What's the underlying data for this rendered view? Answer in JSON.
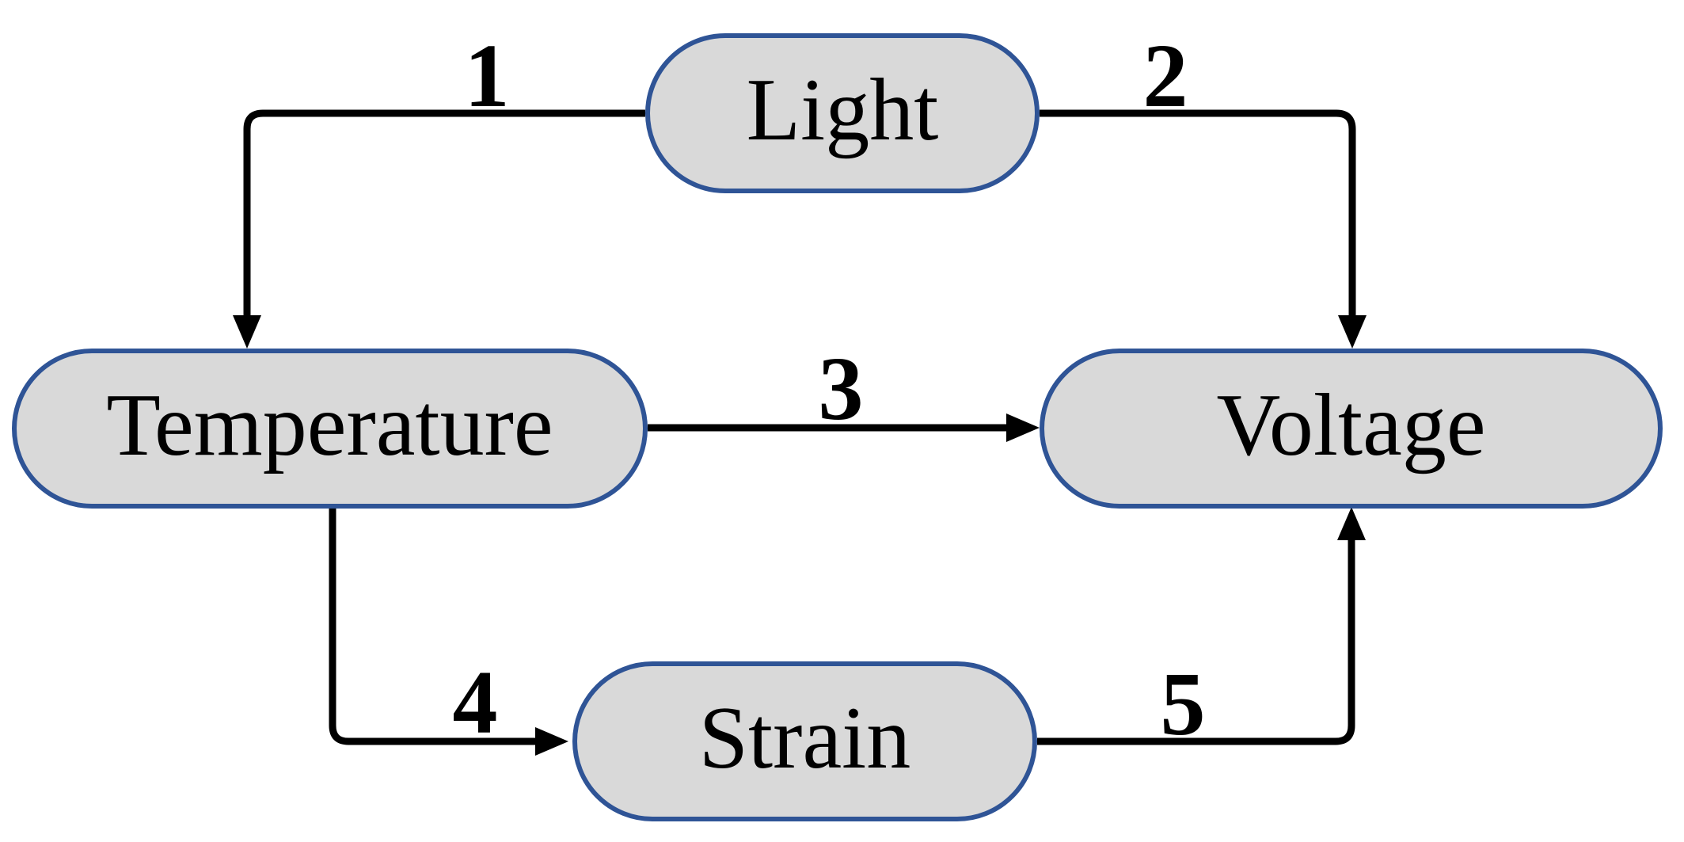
{
  "diagram": {
    "title": "",
    "background_color": "#ffffff",
    "node_fill_color": "#d9d9d9",
    "node_border_color": "#2f5496",
    "edge_color": "#000000",
    "nodes": [
      {
        "id": "light",
        "label": "Light"
      },
      {
        "id": "temperature",
        "label": "Temperature"
      },
      {
        "id": "voltage",
        "label": "Voltage"
      },
      {
        "id": "strain",
        "label": "Strain"
      }
    ],
    "edges": [
      {
        "label": "1",
        "from": "light",
        "to": "temperature"
      },
      {
        "label": "2",
        "from": "light",
        "to": "voltage"
      },
      {
        "label": "3",
        "from": "temperature",
        "to": "voltage"
      },
      {
        "label": "4",
        "from": "temperature",
        "to": "strain"
      },
      {
        "label": "5",
        "from": "strain",
        "to": "voltage"
      }
    ]
  }
}
